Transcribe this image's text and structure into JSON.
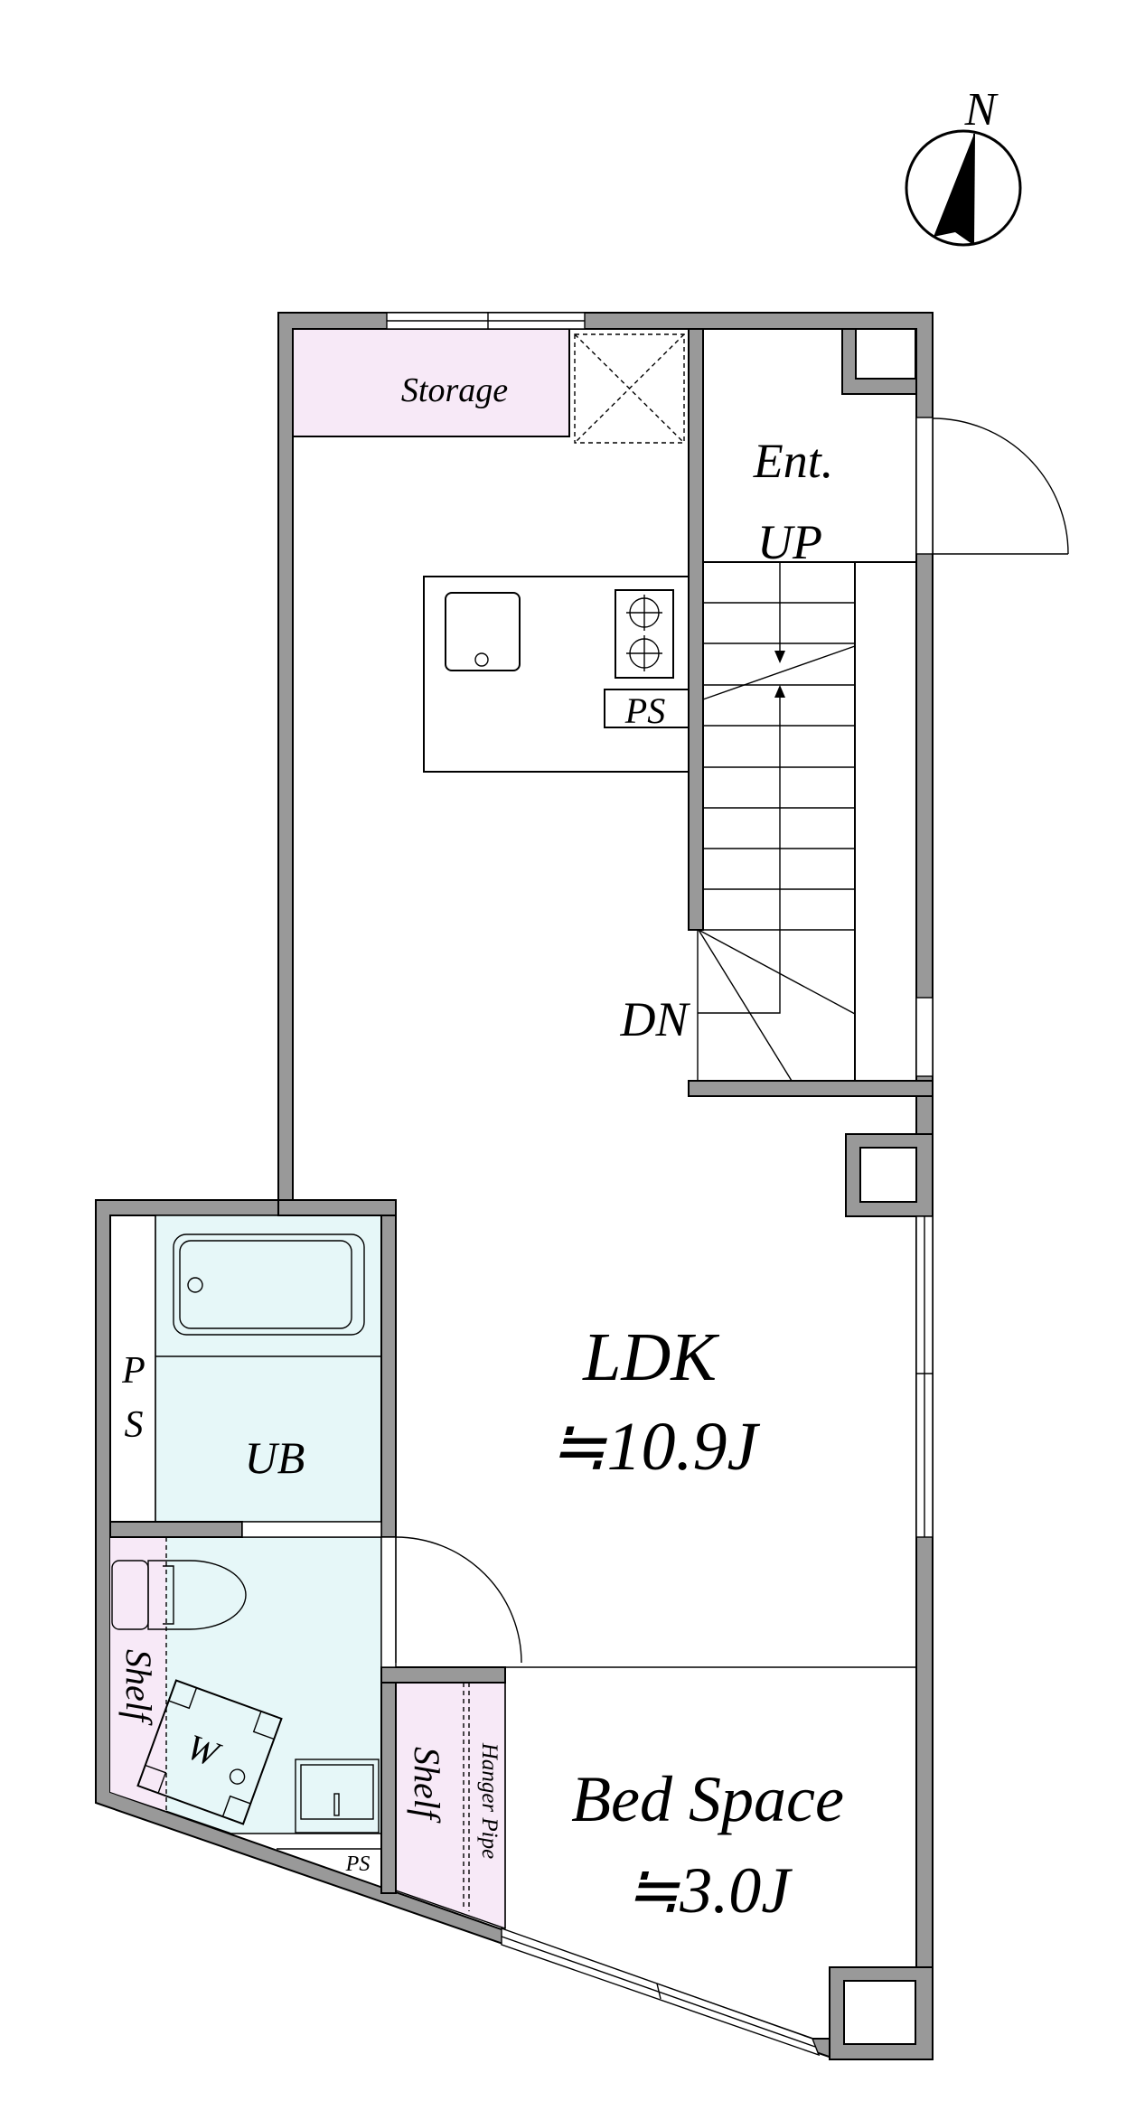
{
  "compass": {
    "north_label": "N"
  },
  "rooms": {
    "storage": "Storage",
    "entrance": "Ent.",
    "stairs_up": "UP",
    "stairs_down": "DN",
    "kitchen_ps": "PS",
    "ldk_name": "LDK",
    "ldk_size": "≒10.9J",
    "bed_name": "Bed Space",
    "bed_size": "≒3.0J",
    "unit_bath": "UB",
    "ps_left_top": "P",
    "ps_left_bottom": "S",
    "toilet_shelf": "Shelf",
    "washer": "W",
    "ps_small": "PS",
    "closet_shelf": "Shelf",
    "hanger_pipe": "Hanger Pipe"
  },
  "colors": {
    "wall": "#999999",
    "wet_area": "#e6f7f8",
    "storage": "#f7e9f7"
  }
}
